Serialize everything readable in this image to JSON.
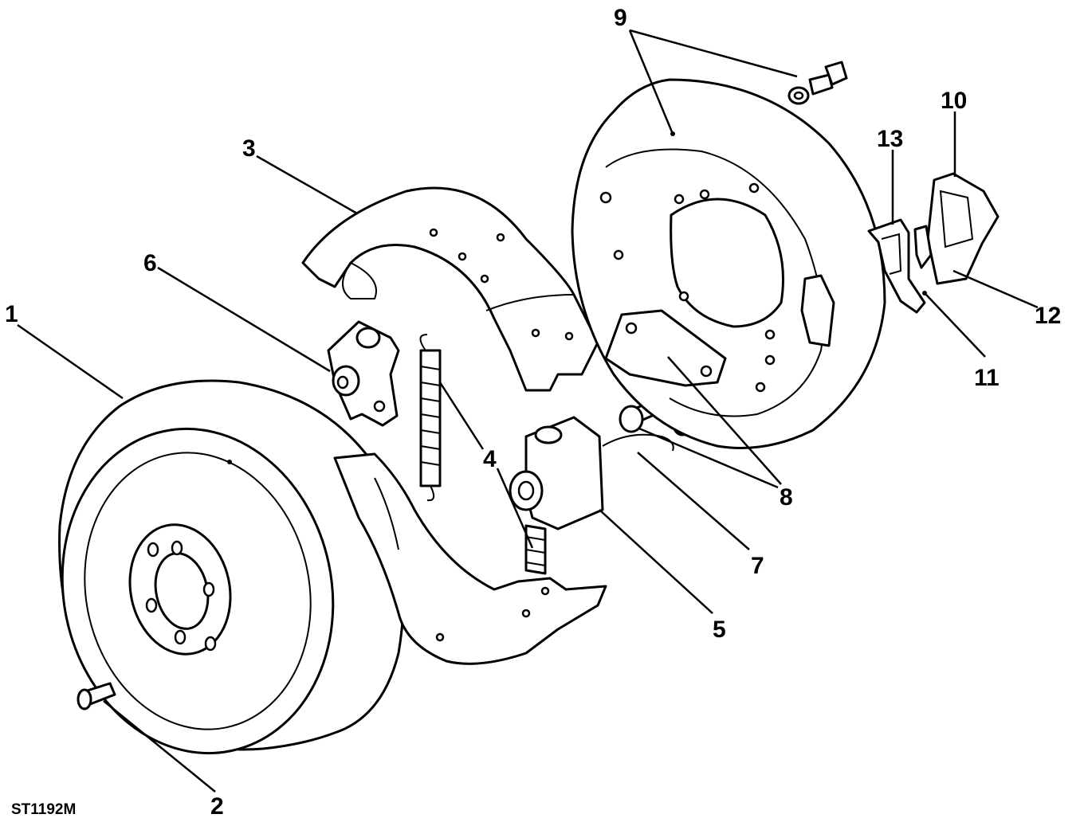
{
  "diagram": {
    "reference_code": "ST1192M",
    "callouts": [
      {
        "id": "1",
        "label": "1"
      },
      {
        "id": "2",
        "label": "2"
      },
      {
        "id": "3",
        "label": "3"
      },
      {
        "id": "4",
        "label": "4"
      },
      {
        "id": "5",
        "label": "5"
      },
      {
        "id": "6",
        "label": "6"
      },
      {
        "id": "7",
        "label": "7"
      },
      {
        "id": "8",
        "label": "8"
      },
      {
        "id": "9",
        "label": "9"
      },
      {
        "id": "10",
        "label": "10"
      },
      {
        "id": "11",
        "label": "11"
      },
      {
        "id": "12",
        "label": "12"
      },
      {
        "id": "13",
        "label": "13"
      }
    ]
  }
}
